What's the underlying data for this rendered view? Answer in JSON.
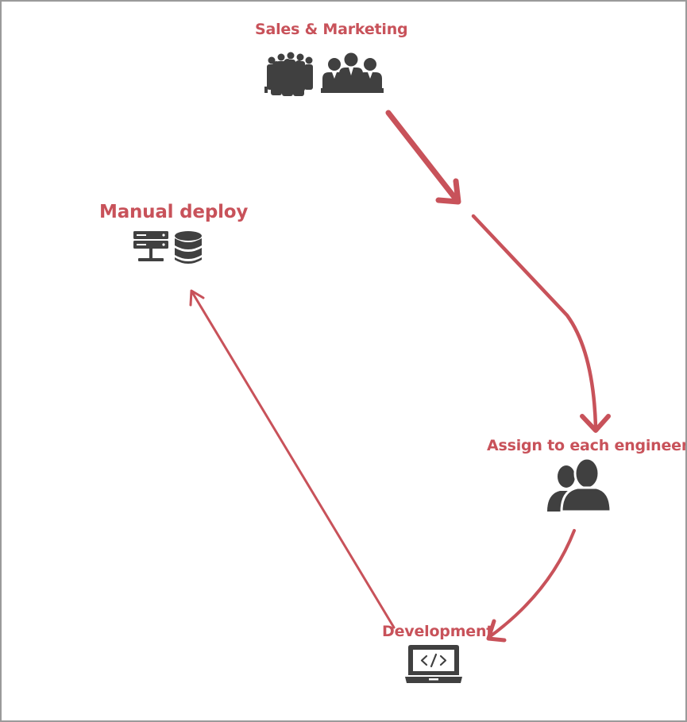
{
  "colors": {
    "accent": "#c8525a",
    "icon": "#404040",
    "border": "#9a9a9a"
  },
  "nodes": {
    "sales_marketing": {
      "label": "Sales & Marketing",
      "icon": "business-crowd-icon"
    },
    "manual_deploy": {
      "label": "Manual deploy",
      "icon": "server-database-icon"
    },
    "assign_engineer": {
      "label": "Assign to each engineer",
      "icon": "users-icon"
    },
    "development": {
      "label": "Development",
      "icon": "laptop-code-icon"
    }
  },
  "flow": [
    "Sales & Marketing",
    "Assign to each engineer",
    "Development",
    "Manual deploy"
  ]
}
